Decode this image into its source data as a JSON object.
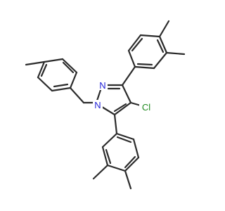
{
  "structure": {
    "atom_labels": {
      "n2": "N",
      "n1": "N",
      "cl": "Cl"
    },
    "colors": {
      "bond": "#2b2b2b",
      "nitrogen": "#1f1fd6",
      "chlorine": "#1f8a1f",
      "background": "#ffffff"
    }
  }
}
